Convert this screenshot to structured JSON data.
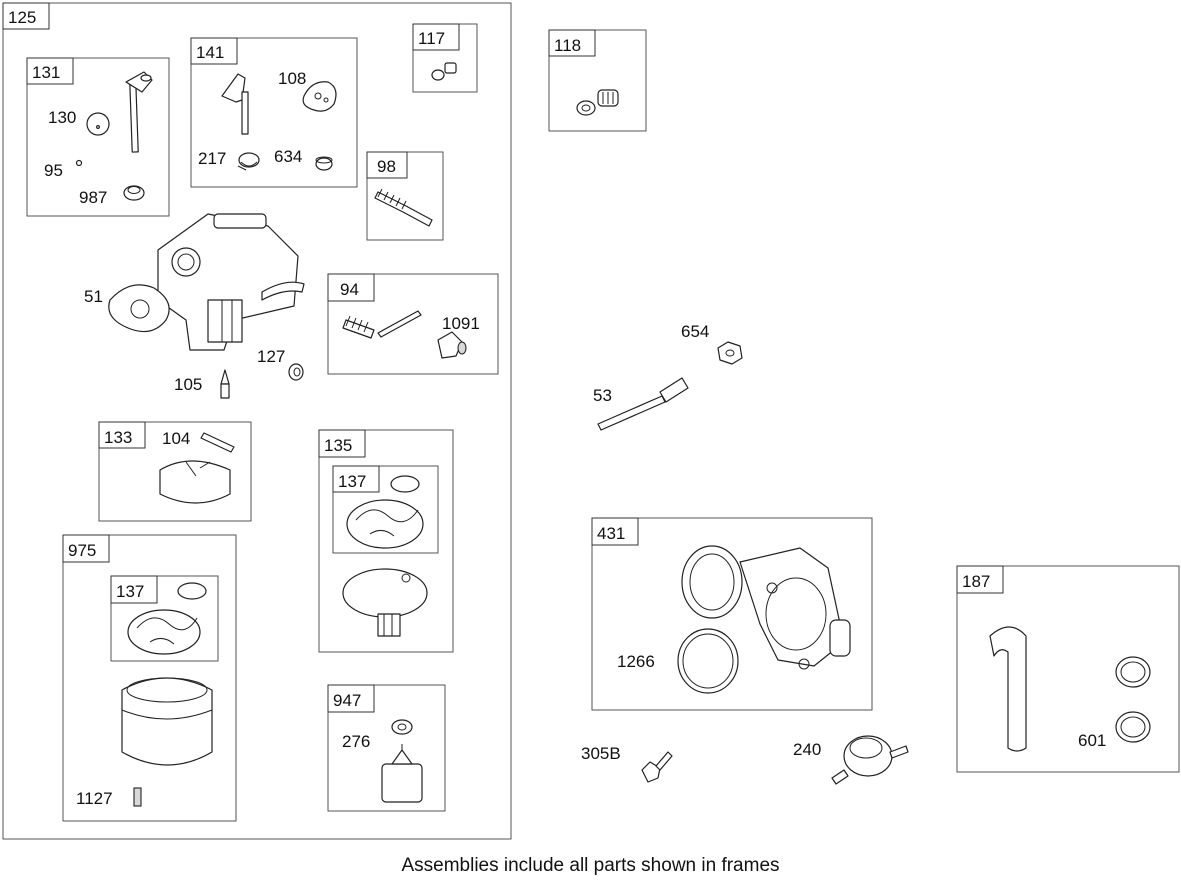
{
  "frames": {
    "f125": "125",
    "f131": "131",
    "f141": "141",
    "f117": "117",
    "f118": "118",
    "f98": "98",
    "f94": "94",
    "f133": "133",
    "f135": "135",
    "f137a": "137",
    "f975": "975",
    "f137b": "137",
    "f947": "947",
    "f431": "431",
    "f187": "187"
  },
  "labels": {
    "p130": "130",
    "p95": "95",
    "p987": "987",
    "p108": "108",
    "p217": "217",
    "p634": "634",
    "p51": "51",
    "p127": "127",
    "p105": "105",
    "p1091": "1091",
    "p104": "104",
    "p1127": "1127",
    "p276": "276",
    "p654": "654",
    "p53": "53",
    "p1266": "1266",
    "p305b": "305B",
    "p240": "240",
    "p601": "601"
  },
  "caption": "Assemblies include all parts shown in frames"
}
